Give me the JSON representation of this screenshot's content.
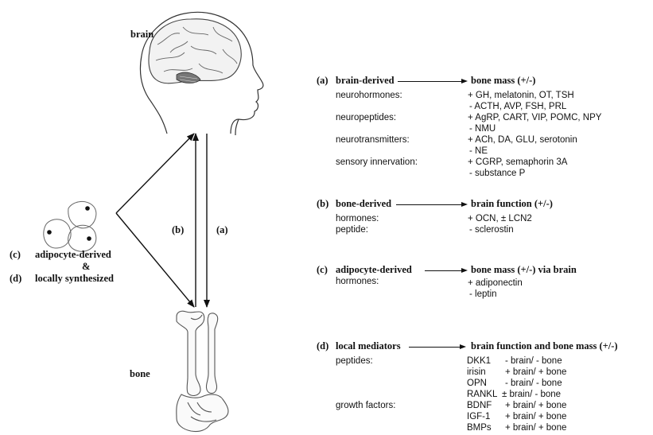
{
  "figure": {
    "brain_label": "brain",
    "bone_label": "bone",
    "arrow_b_label": "(b)",
    "arrow_a_label": "(a)",
    "left_c_marker": "(c)",
    "left_c_text": "adipocyte-derived",
    "left_amp": "&",
    "left_d_marker": "(d)",
    "left_d_text": "locally synthesized"
  },
  "sections": {
    "a": {
      "marker": "(a)",
      "source": "brain-derived",
      "target": "bone mass (+/-)",
      "rows": [
        {
          "label": "neurohormones:",
          "value": "+ GH, melatonin, OT, TSH"
        },
        {
          "label": "",
          "value": "- ACTH, AVP, FSH, PRL"
        },
        {
          "label": "neuropeptides:",
          "value": "+ AgRP, CART, VIP, POMC, NPY"
        },
        {
          "label": "",
          "value": "- NMU"
        },
        {
          "label": "neurotransmitters:",
          "value": "+ ACh, DA, GLU, serotonin"
        },
        {
          "label": "",
          "value": "- NE"
        },
        {
          "label": "sensory innervation:",
          "value": "+ CGRP, semaphorin 3A"
        },
        {
          "label": "",
          "value": "- substance P"
        }
      ]
    },
    "b": {
      "marker": "(b)",
      "source": "bone-derived",
      "target": "brain function (+/-)",
      "rows": [
        {
          "label": "hormones:",
          "value": "+ OCN, ± LCN2"
        },
        {
          "label": "peptide:",
          "value": "- sclerostin"
        }
      ]
    },
    "c": {
      "marker": "(c)",
      "source": "adipocyte-derived",
      "target": "bone mass (+/-) via brain",
      "rows": [
        {
          "label": "hormones:",
          "value": "+ adiponectin"
        },
        {
          "label": "",
          "value": "- leptin"
        }
      ]
    },
    "d": {
      "marker": "(d)",
      "source": "local mediators",
      "target": "brain function and bone mass (+/-)",
      "rows": [
        {
          "label": "peptides:",
          "name": "DKK1",
          "effect": "- brain/ - bone"
        },
        {
          "label": "",
          "name": "irisin",
          "effect": "+ brain/ + bone"
        },
        {
          "label": "",
          "name": "OPN",
          "effect": "- brain/ - bone"
        },
        {
          "label": "",
          "name": "RANKL",
          "effect": "± brain/ - bone"
        },
        {
          "label": "growth factors:",
          "name": "BDNF",
          "effect": "+ brain/ + bone"
        },
        {
          "label": "",
          "name": "IGF-1",
          "effect": "+ brain/ + bone"
        },
        {
          "label": "",
          "name": "BMPs",
          "effect": "+ brain/ + bone"
        }
      ]
    }
  }
}
